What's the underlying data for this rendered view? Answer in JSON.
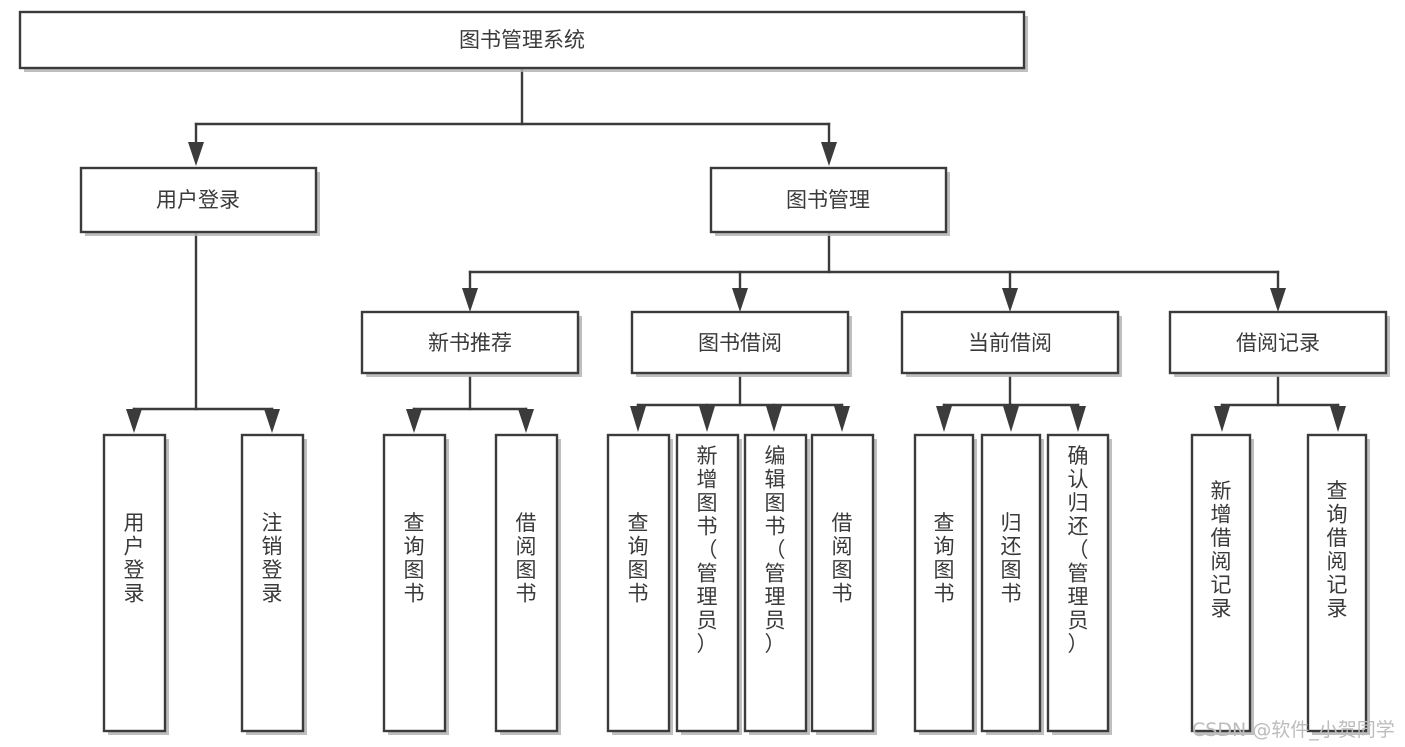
{
  "diagram": {
    "type": "tree-hierarchy-chart",
    "title": "图书管理系统",
    "orientation": "top-down",
    "colors": {
      "box_stroke": "#3b3b3b",
      "box_fill": "#ffffff",
      "text": "#3a3a3a",
      "background": "#ffffff",
      "watermark": "#bcbcbc"
    },
    "levels": 4
  },
  "root": {
    "id": "root",
    "label": "图书管理系统"
  },
  "level2": [
    {
      "id": "user-login",
      "label": "用户登录"
    },
    {
      "id": "book-manage",
      "label": "图书管理"
    }
  ],
  "level3": [
    {
      "id": "new-book-recommend",
      "label": "新书推荐",
      "parent": "book-manage"
    },
    {
      "id": "book-borrow",
      "label": "图书借阅",
      "parent": "book-manage"
    },
    {
      "id": "current-borrow",
      "label": "当前借阅",
      "parent": "book-manage"
    },
    {
      "id": "borrow-record",
      "label": "借阅记录",
      "parent": "book-manage"
    }
  ],
  "leaves": {
    "user_login": [
      {
        "id": "leaf-user-login",
        "label": "用户登录"
      },
      {
        "id": "leaf-logout-login",
        "label": "注销登录"
      }
    ],
    "new_book_recommend": [
      {
        "id": "leaf-query-book-1",
        "label": "查询图书"
      },
      {
        "id": "leaf-borrow-book-1",
        "label": "借阅图书"
      }
    ],
    "book_borrow": [
      {
        "id": "leaf-query-book-2",
        "label": "查询图书"
      },
      {
        "id": "leaf-add-book",
        "label": "新增图书（管理员）"
      },
      {
        "id": "leaf-edit-book",
        "label": "编辑图书（管理员）"
      },
      {
        "id": "leaf-borrow-book-2",
        "label": "借阅图书"
      }
    ],
    "current_borrow": [
      {
        "id": "leaf-query-book-3",
        "label": "查询图书"
      },
      {
        "id": "leaf-return-book",
        "label": "归还图书"
      },
      {
        "id": "leaf-confirm-return",
        "label": "确认归还（管理员）"
      }
    ],
    "borrow_record": [
      {
        "id": "leaf-add-record",
        "label": "新增借阅记录"
      },
      {
        "id": "leaf-query-record",
        "label": "查询借阅记录"
      }
    ]
  },
  "watermark": {
    "text": "CSDN @软件_小贺同学"
  }
}
